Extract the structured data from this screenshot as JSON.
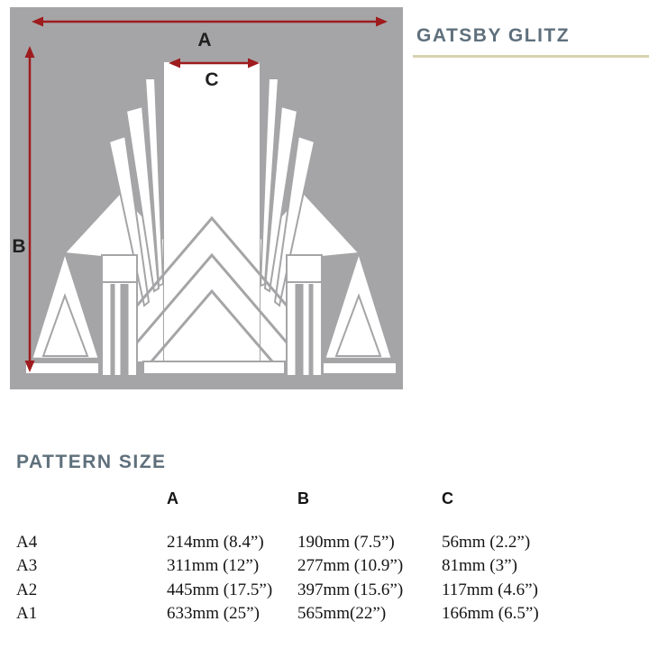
{
  "header": {
    "title": "GATSBY GLITZ"
  },
  "diagram": {
    "labels": {
      "a": "A",
      "b": "B",
      "c": "C"
    },
    "colors": {
      "background_gray": "#a5a5a7",
      "pattern_white": "#ffffff",
      "arrow_red": "#9e1b1e",
      "label_black": "#1f1f1f"
    }
  },
  "pattern_size": {
    "heading": "PATTERN SIZE",
    "columns": [
      "A",
      "B",
      "C"
    ],
    "rows": [
      {
        "size": "A4",
        "a": "214mm (8.4”)",
        "b": "190mm (7.5”)",
        "c": "56mm (2.2”)"
      },
      {
        "size": "A3",
        "a": "311mm (12”)",
        "b": "277mm (10.9”)",
        "c": "81mm (3”)"
      },
      {
        "size": "A2",
        "a": "445mm (17.5”)",
        "b": "397mm (15.6”)",
        "c": "117mm (4.6”)"
      },
      {
        "size": "A1",
        "a": "633mm (25”)",
        "b": "565mm(22”)",
        "c": "166mm (6.5”)"
      }
    ]
  },
  "theme": {
    "heading_color": "#5f707c",
    "underline_color": "#d8d2ae"
  }
}
